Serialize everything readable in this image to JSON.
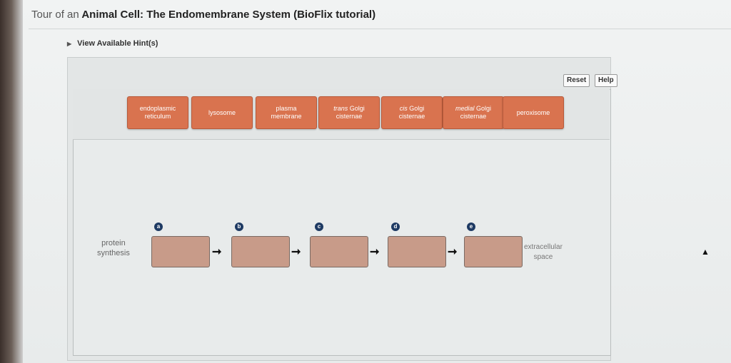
{
  "page": {
    "title_prefix": "Tour of an",
    "title_main": "Animal Cell: The Endomembrane System (BioFlix tutorial)",
    "hints_label": "View Available Hint(s)"
  },
  "toolbar": {
    "reset_label": "Reset",
    "help_label": "Help"
  },
  "labels": [
    {
      "id": "er",
      "line1": "endoplasmic",
      "line2": "reticulum",
      "italic": ""
    },
    {
      "id": "lysosome",
      "line1": "lysosome",
      "line2": "",
      "italic": ""
    },
    {
      "id": "plasma",
      "line1": "plasma",
      "line2": "membrane",
      "italic": ""
    },
    {
      "id": "trans",
      "line1": "Golgi",
      "line2": "cisternae",
      "italic": "trans"
    },
    {
      "id": "cis",
      "line1": "Golgi",
      "line2": "cisternae",
      "italic": "cis"
    },
    {
      "id": "medial",
      "line1": "Golgi",
      "line2": "cisternae",
      "italic": "medial"
    },
    {
      "id": "peroxisome",
      "line1": "peroxisome",
      "line2": "",
      "italic": ""
    }
  ],
  "pathway": {
    "start_line1": "protein",
    "start_line2": "synthesis",
    "end_line1": "extracellular",
    "end_line2": "space",
    "targets": [
      "a",
      "b",
      "c",
      "d",
      "e"
    ]
  },
  "colors": {
    "tile": "#d9734f",
    "drop": "#c89b89",
    "badge": "#1e3a63"
  }
}
